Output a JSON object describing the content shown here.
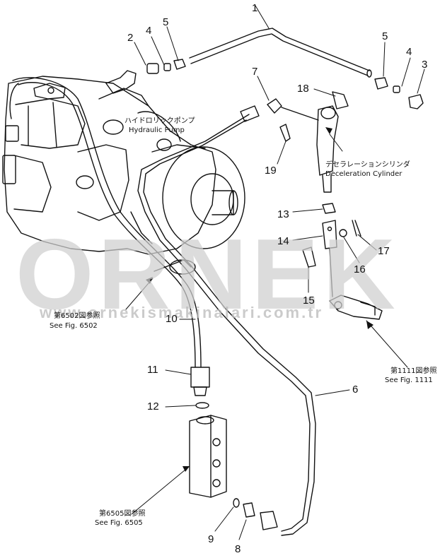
{
  "watermark": {
    "main": "ORNEK",
    "url": "www.ornekismakinalari.com.tr"
  },
  "part_numbers": [
    "1",
    "2",
    "4",
    "5",
    "5",
    "4",
    "3",
    "7",
    "18",
    "19",
    "13",
    "14",
    "17",
    "16",
    "15",
    "10",
    "11",
    "12",
    "6",
    "9",
    "8"
  ],
  "labels": {
    "hydraulic_pump_jp": "ハイドロリックポンプ",
    "hydraulic_pump_en": "Hydraulic Pump",
    "decel_cylinder_jp": "デセラレーションシリンダ",
    "decel_cylinder_en": "Deceleration Cylinder",
    "fig6502_jp": "第6502図参照",
    "fig6502_en": "See Fig. 6502",
    "fig1111_jp": "第1111図参照",
    "fig1111_en": "See Fig. 1111",
    "fig6505_jp": "第6505図参照",
    "fig6505_en": "See Fig. 6505"
  }
}
